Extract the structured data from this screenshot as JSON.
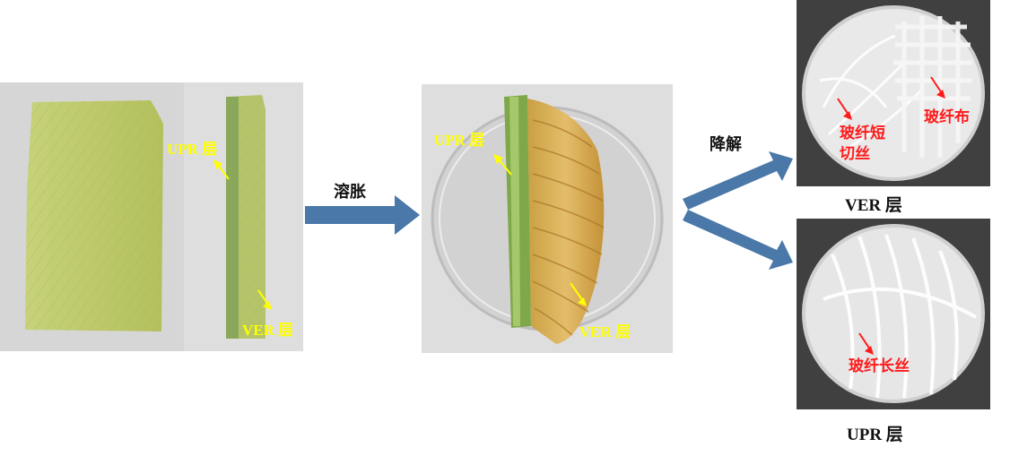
{
  "panel1": {
    "label_upr": "UPR 层",
    "label_ver": "VER 层"
  },
  "panel2": {
    "label_upr": "UPR 层",
    "label_ver": "VER 层"
  },
  "steps": {
    "swell": "溶胀",
    "degrade": "降解"
  },
  "panel_ver": {
    "label_chopped_line1": "玻纤短",
    "label_chopped_line2": "切丝",
    "label_cloth": "玻纤布",
    "caption": "VER 层"
  },
  "panel_upr": {
    "label_long": "玻纤长丝",
    "caption": "UPR 层"
  },
  "colors": {
    "arrow_blue": "#4a78a8",
    "label_yellow": "#ffff00",
    "label_red": "#ff1a1a",
    "composite_green": "#bfcc6a"
  }
}
